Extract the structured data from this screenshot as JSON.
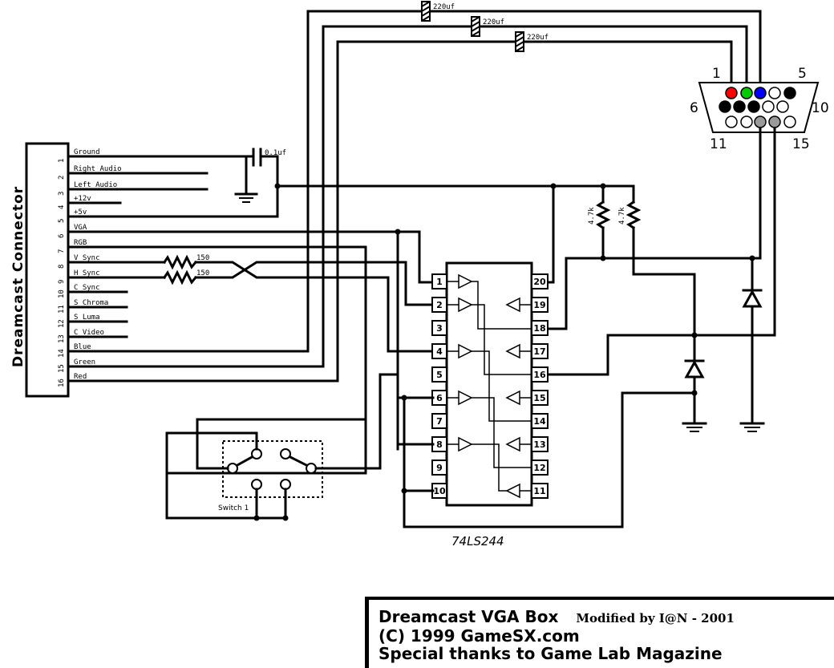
{
  "connector": {
    "title": "Dreamcast Connector",
    "pins": [
      {
        "num": "1",
        "signal": "Ground"
      },
      {
        "num": "2",
        "signal": "Right Audio"
      },
      {
        "num": "3",
        "signal": "Left Audio"
      },
      {
        "num": "4",
        "signal": "+12v"
      },
      {
        "num": "5",
        "signal": "+5v"
      },
      {
        "num": "6",
        "signal": "VGA"
      },
      {
        "num": "7",
        "signal": "RGB"
      },
      {
        "num": "8",
        "signal": "V Sync"
      },
      {
        "num": "9",
        "signal": "H Sync"
      },
      {
        "num": "10",
        "signal": "C Sync"
      },
      {
        "num": "11",
        "signal": "S Chroma"
      },
      {
        "num": "12",
        "signal": "S Luma"
      },
      {
        "num": "13",
        "signal": "C Video"
      },
      {
        "num": "14",
        "signal": "Blue"
      },
      {
        "num": "15",
        "signal": "Green"
      },
      {
        "num": "16",
        "signal": "Red"
      }
    ]
  },
  "components": {
    "cap_blue": "220uf",
    "cap_green": "220uf",
    "cap_red": "220uf",
    "cap_decouple": "0.1uf",
    "res_vsync": "150",
    "res_hsync": "150",
    "pullup_1": "4.7k",
    "pullup_2": "4.7k",
    "switch": "Switch 1",
    "ic": "74LS244"
  },
  "ic_pins_left": [
    "1",
    "2",
    "3",
    "4",
    "5",
    "6",
    "7",
    "8",
    "9",
    "10"
  ],
  "ic_pins_right": [
    "20",
    "19",
    "18",
    "17",
    "16",
    "15",
    "14",
    "13",
    "12",
    "11"
  ],
  "vga_labels": {
    "p1": "1",
    "p5": "5",
    "p6": "6",
    "p10": "10",
    "p11": "11",
    "p15": "15"
  },
  "vga_colors": {
    "red": "#ff0000",
    "green": "#00cc00",
    "blue": "#0000ff",
    "gray": "#9a9a9a"
  },
  "credits": {
    "title": "Dreamcast VGA Box",
    "modified": "Modified by I@N - 2001",
    "copyright": "(C) 1999 GameSX.com",
    "thanks": "Special thanks to Game Lab Magazine"
  }
}
